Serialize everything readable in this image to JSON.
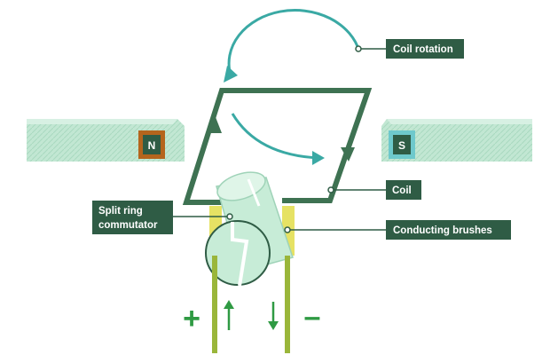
{
  "labels": {
    "coil_rotation": "Coil rotation",
    "coil": "Coil",
    "split_ring_line1": "Split ring",
    "split_ring_line2": "commutator",
    "conducting_brushes": "Conducting brushes",
    "magnet_north": "N",
    "magnet_south": "S",
    "terminal_positive": "+",
    "terminal_negative": "–"
  },
  "colors": {
    "coil": "#3e7252",
    "rotation_arrow": "#3aa9a4",
    "label_box": "#2f5c45",
    "label_text": "#ffffff",
    "magnet_fill": "#bfe6d2",
    "north_pole": "#b5651d",
    "south_pole": "#6ec9cc",
    "brush": "#e6e264",
    "wire_positive": "#9ab63a",
    "terminal_sign": "#2f9a43",
    "commutator": "#c7ecd7"
  }
}
